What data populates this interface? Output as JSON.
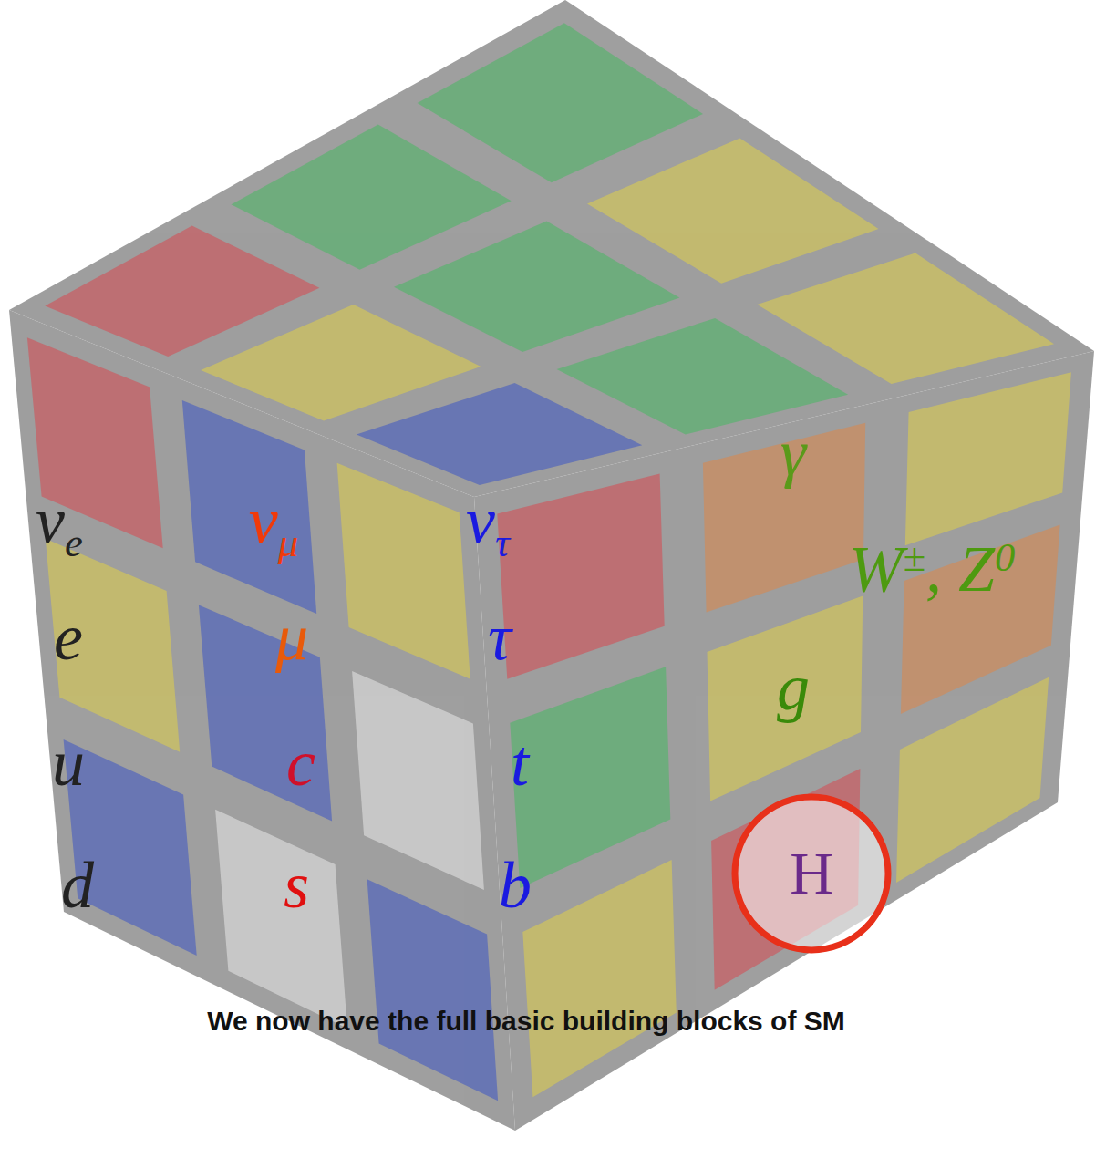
{
  "diagram": {
    "caption": "We now have the full basic building blocks of SM",
    "nodes": [
      {
        "text": [
          "H"
        ]
      }
    ],
    "edges": [],
    "labels": [
      "νe",
      "νμ",
      "ντ",
      "e",
      "μ",
      "τ",
      "u",
      "c",
      "t",
      "d",
      "s",
      "b",
      "γ",
      "W±, Z0",
      "g"
    ]
  }
}
